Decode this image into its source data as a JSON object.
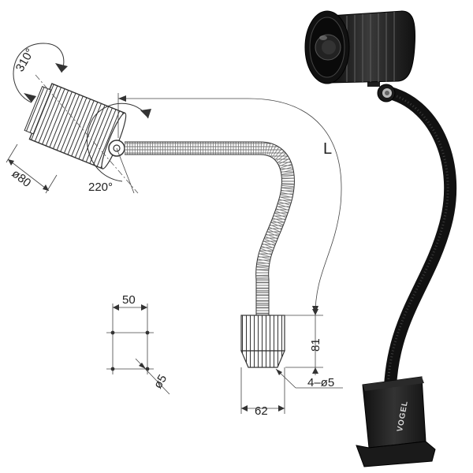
{
  "drawing": {
    "rotation_angle": "310°",
    "tilt_angle": "220°",
    "head_diameter": "ø80",
    "length_label": "L",
    "hole_spacing": "50",
    "hole_diameter": "ø5",
    "base_height": "81",
    "base_width": "62",
    "mounting_holes": "4–ø5"
  },
  "product": {
    "brand": "VOGEL",
    "colors": {
      "body": "#1b1b1b",
      "highlight": "#4a4a4a",
      "line": "#333333"
    }
  }
}
